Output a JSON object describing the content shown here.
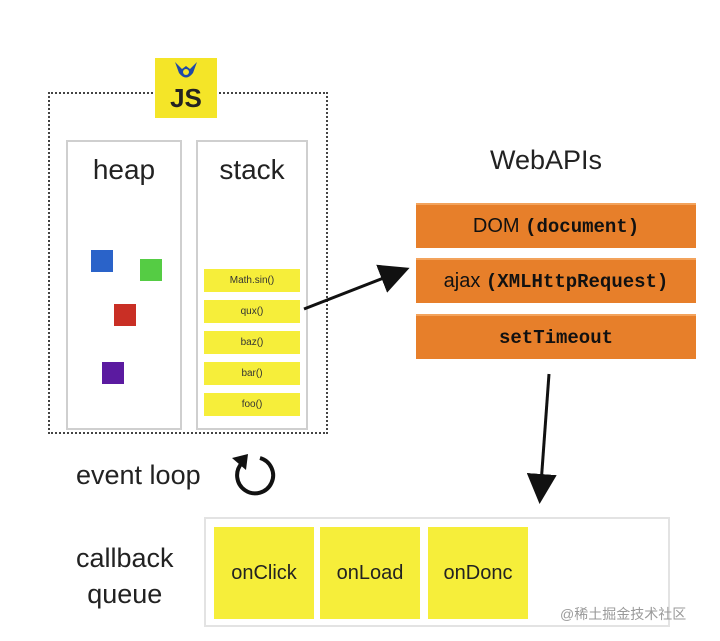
{
  "runtime": {
    "logo_text": "JS",
    "heap_label": "heap",
    "stack_label": "stack",
    "stack_frames": [
      "Math.sin()",
      "qux()",
      "baz()",
      "bar()",
      "foo()"
    ],
    "heap_object_colors": [
      "#2a63c9",
      "#55cc44",
      "#c92f25",
      "#5b1aa0"
    ]
  },
  "webapis": {
    "title": "WebAPIs",
    "apis": [
      {
        "prefix": "DOM ",
        "code": "(document)"
      },
      {
        "prefix": "ajax ",
        "code": "(XMLHttpRequest)"
      },
      {
        "prefix": "",
        "code": "setTimeout"
      }
    ]
  },
  "event_loop": {
    "label": "event loop",
    "icon": "circular-arrow-icon"
  },
  "callback_queue": {
    "label_line1": "callback",
    "label_line2": "queue",
    "items": [
      "onClick",
      "onLoad",
      "onDonc"
    ]
  },
  "watermark": "@稀土掘金技术社区",
  "colors": {
    "api_orange": "#e77f2a",
    "callback_yellow": "#f6ee3a",
    "logo_yellow": "#f4e528"
  }
}
